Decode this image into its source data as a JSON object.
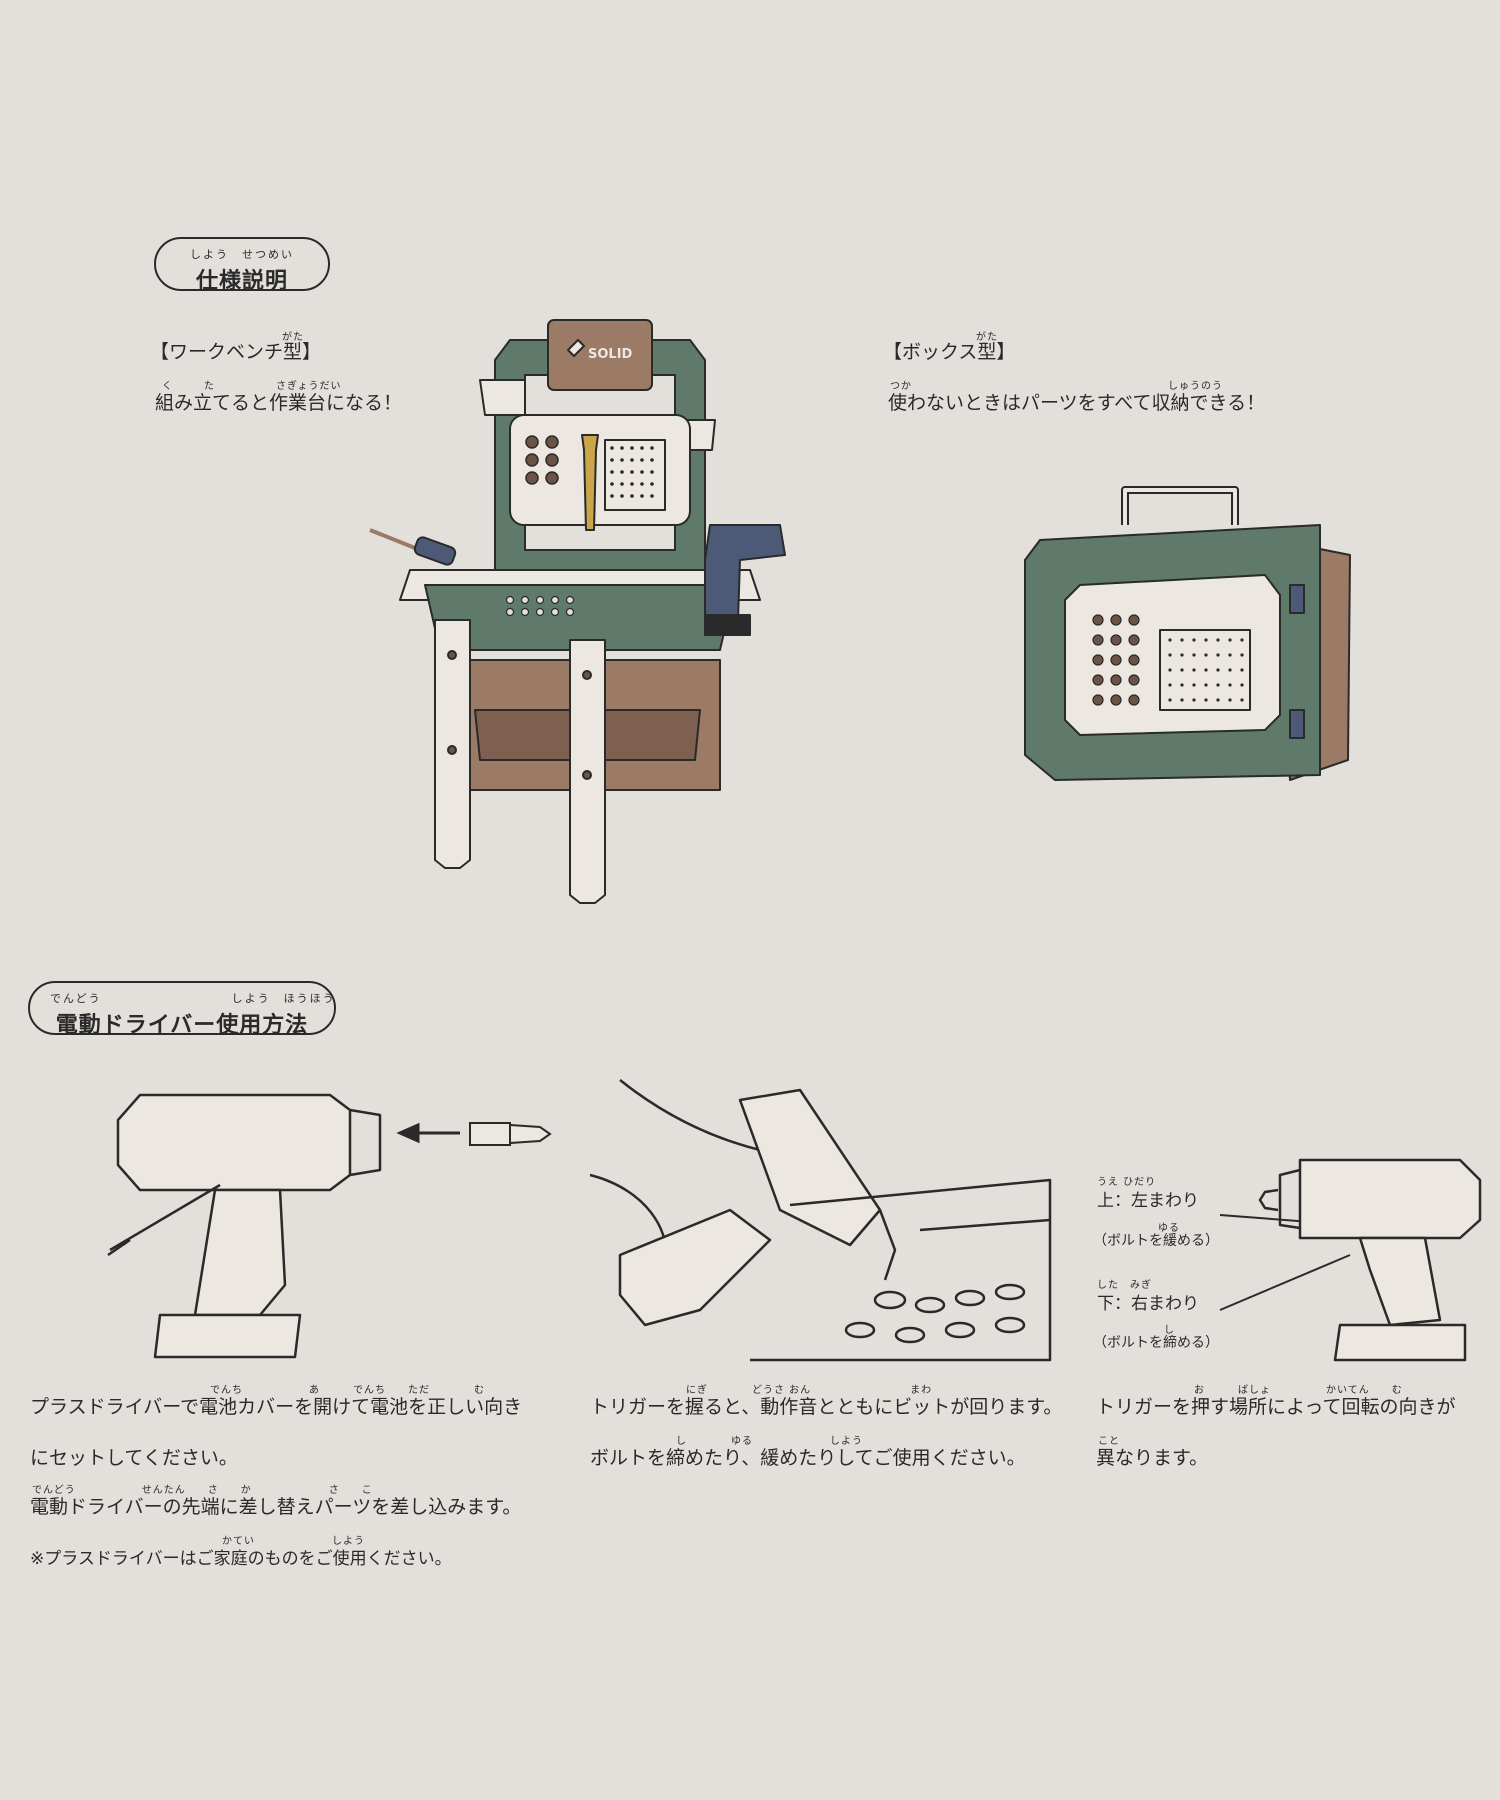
{
  "section1": {
    "title": "仕様説明",
    "title_ruby": "しよう　せつめい",
    "workbench": {
      "heading": "【ワークベンチ型】",
      "heading_ruby": "がた",
      "desc": "組み立てると作業台になる！",
      "desc_ruby_1": "く",
      "desc_ruby_2": "た",
      "desc_ruby_3": "さぎょうだい"
    },
    "box": {
      "heading": "【ボックス型】",
      "heading_ruby": "がた",
      "desc": "使わないときはパーツをすべて収納できる！",
      "desc_ruby_1": "つか",
      "desc_ruby_2": "しゅうのう"
    },
    "logo": "SOLID"
  },
  "section2": {
    "title": "電動ドライバー使用方法",
    "title_ruby": "でんどう　　　　　　　　　　しよう　ほうほう",
    "col1": {
      "line1": "プラスドライバーで電池カバーを開けて電池を正しい向き",
      "line1_ruby": "でんち　　　　　　あ　　　でんち　　ただ　　　　む",
      "line2": "にセットしてください。",
      "line3": "電動ドライバーの先端に差し替えパーツを差し込みます。",
      "line3_ruby": "でんどう　　　　　　せんたん　　さ　　か　　　　　　　さ　　こ",
      "line4": "※プラスドライバーはご家庭のものをご使用ください。",
      "line4_ruby": "かてい　　　　　　　しよう"
    },
    "col2": {
      "line1": "トリガーを握ると、動作音とともにビットが回ります。",
      "line1_ruby": "にぎ　　　　どうさ おん　　　　　　　　　まわ",
      "line2": "ボルトを締めたり、緩めたりしてご使用ください。",
      "line2_ruby": "し　　　　ゆる　　　　　　　しよう"
    },
    "col3": {
      "up_label": "上：左まわり",
      "up_ruby": "うえ ひだり",
      "up_note": "（ボルトを緩める）",
      "up_note_ruby": "ゆる",
      "down_label": "下：右まわり",
      "down_ruby": "した　みぎ",
      "down_note": "（ボルトを締める）",
      "down_note_ruby": "し",
      "line1": "トリガーを押す場所によって回転の向きが",
      "line1_ruby": "お　　　ばしょ　　　　　かいてん　　む",
      "line2": "異なります。",
      "line2_ruby": "こと"
    }
  },
  "colors": {
    "background": "#e3e0dc",
    "green": "#5f7a6a",
    "brown": "#9b7a66",
    "navy": "#4c5a78",
    "cream": "#ece8e1",
    "gold": "#c9a64a"
  }
}
